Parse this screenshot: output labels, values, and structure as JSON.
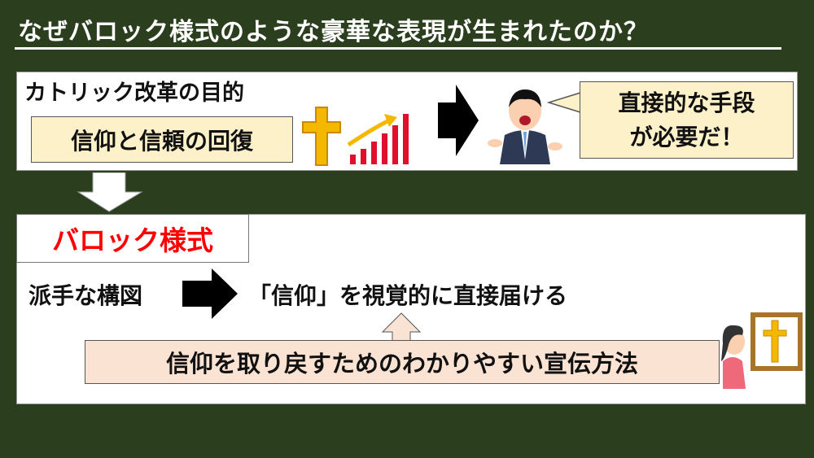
{
  "title": "なぜバロック様式のような豪華な表現が生まれたのか？",
  "top_panel": {
    "heading": "カトリック改革の目的",
    "goal_box": "信仰と信頼の回復",
    "speech_line1": "直接的な手段",
    "speech_line2": "が必要だ！"
  },
  "bottom_panel": {
    "heading": "バロック様式",
    "cause": "派手な構図",
    "effect": "「信仰」を視覚的に直接届ける",
    "method": "信仰を取り戻すためのわかりやすい宣伝方法"
  },
  "colors": {
    "background": "#2b3e1d",
    "heading_red": "#ff0000",
    "note_yellow": "#fdf1c9",
    "note_pink": "#fbe3d4",
    "cross_gold": "#f5b800",
    "bars_red": "#e0102c"
  }
}
